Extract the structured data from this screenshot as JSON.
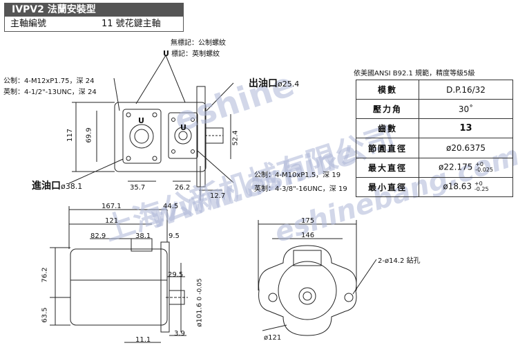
{
  "header": {
    "title": "IVPV2 法蘭安裝型",
    "shaft_label": "主軸編號",
    "shaft_value": "11 號花鍵主軸"
  },
  "thread_note": {
    "none_mark": "無標記：公制螺紋",
    "u_mark_letter": "U",
    "u_mark": "標記：英制螺紋"
  },
  "outlet": {
    "label": "出油口",
    "dia": "ø25.4"
  },
  "inlet": {
    "label": "進油口",
    "dia": "ø38.1"
  },
  "port_holes_left": {
    "metric": "公制：4-M12xP1.75，深 24",
    "imperial": "英制：4-1/2\"-13UNC，深 24"
  },
  "port_holes_right": {
    "metric": "公制：4-M10xP1.5，深 19",
    "imperial": "英制：4-3/8\"-16UNC，深 19"
  },
  "u_letter": "U",
  "dims": {
    "d117": "117",
    "d69_9": "69.9",
    "d52_4": "52.4",
    "d35_7": "35.7",
    "d26_2": "26.2",
    "d12_7": "12.7",
    "d167_1": "167.1",
    "d44_5": "44.5",
    "d121": "121",
    "d82_9": "82.9",
    "d38_1": "38.1",
    "d9_5": "9.5",
    "d76_2": "76.2",
    "d63_5": "63.5",
    "d29_5": "29.5",
    "d101_6": "ø101.6",
    "d101_6_tol_up": "0",
    "d101_6_tol_low": "-0.05",
    "d11_1": "11.1",
    "d3_9": "3.9",
    "d175": "175",
    "d146": "146",
    "holes": "2-ø14.2 鉆孔",
    "d121_circle": "ø121"
  },
  "spec": {
    "title": "依美國ANSI  B92.1 規範，精度等級5級",
    "rows": [
      {
        "k": "模數",
        "v": "D.P.16/32"
      },
      {
        "k": "壓力角",
        "v": "30˚"
      },
      {
        "k": "齒數",
        "v": "13"
      },
      {
        "k": "節圓直徑",
        "v": "ø20.6375"
      },
      {
        "k": "最大直徑",
        "v": "ø22.175",
        "up": "+0",
        "low": "-0.025"
      },
      {
        "k": "最小直徑",
        "v": "ø18.63",
        "up": "+0",
        "low": "-0.25"
      }
    ]
  },
  "watermark": {
    "cn": "上海公新机械有限公司",
    "url1": "www.eshine",
    "url2": "eshinebang.com",
    "logo": "eshine"
  }
}
